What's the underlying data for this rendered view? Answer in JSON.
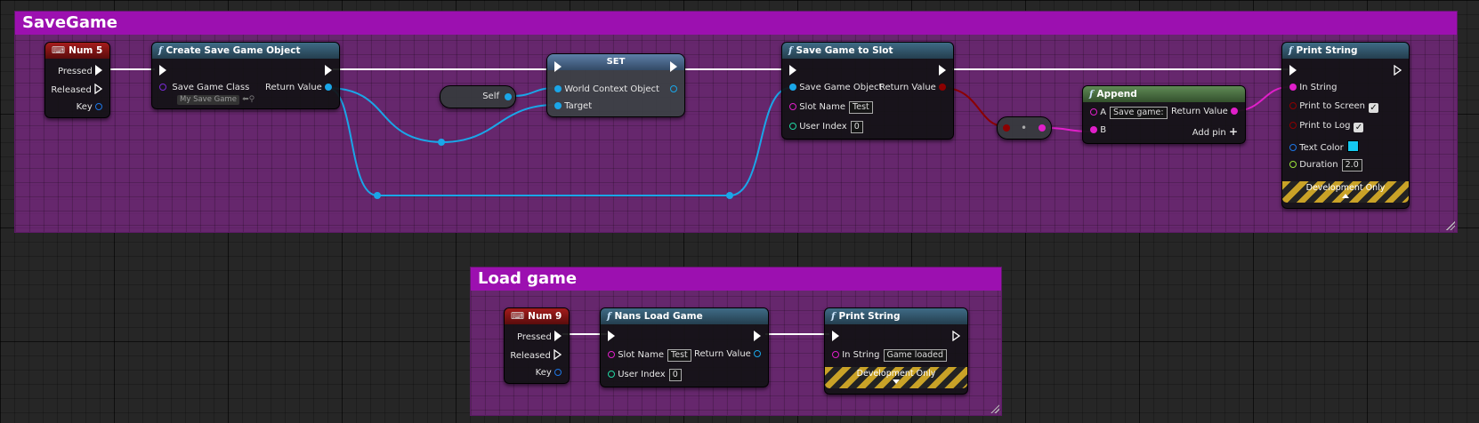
{
  "comments": {
    "save": {
      "title": "SaveGame"
    },
    "load": {
      "title": "Load game"
    }
  },
  "save_graph": {
    "num5": {
      "title": "Num 5",
      "pins": {
        "pressed": "Pressed",
        "released": "Released",
        "key": "Key"
      }
    },
    "create": {
      "title": "Create Save Game Object",
      "class_label": "Save Game Class",
      "class_value": "My Save Game",
      "return_label": "Return Value"
    },
    "set": {
      "title": "SET",
      "world": "World Context Object",
      "target": "Target"
    },
    "self": {
      "label": "Self"
    },
    "savetoslot": {
      "title": "Save Game to Slot",
      "obj": "Save Game Object",
      "slot": "Slot Name",
      "slot_value": "Test",
      "user": "User Index",
      "user_value": "0",
      "return_label": "Return Value"
    },
    "append": {
      "title": "Append",
      "a": "A",
      "a_value": "Save game:",
      "b": "B",
      "return_label": "Return Value",
      "add_pin": "Add pin"
    },
    "print": {
      "title": "Print String",
      "in_string": "In String",
      "to_screen": "Print to Screen",
      "to_log": "Print to Log",
      "text_color": "Text Color",
      "duration": "Duration",
      "duration_value": "2.0",
      "dev": "Development Only"
    }
  },
  "load_graph": {
    "num9": {
      "title": "Num 9",
      "pins": {
        "pressed": "Pressed",
        "released": "Released",
        "key": "Key"
      }
    },
    "nansload": {
      "title": "Nans Load Game",
      "slot": "Slot Name",
      "slot_value": "Test",
      "user": "User Index",
      "user_value": "0",
      "return_label": "Return Value"
    },
    "print": {
      "title": "Print String",
      "in_string": "In String",
      "in_value": "Game loaded",
      "dev": "Development Only"
    }
  },
  "colors": {
    "exec": "#ffffff",
    "object": "#1aa6e8",
    "string": "#e01fc9",
    "int": "#21d9a3",
    "bool": "#8c0000",
    "struct": "#1d77e6",
    "float": "#9be33a"
  }
}
